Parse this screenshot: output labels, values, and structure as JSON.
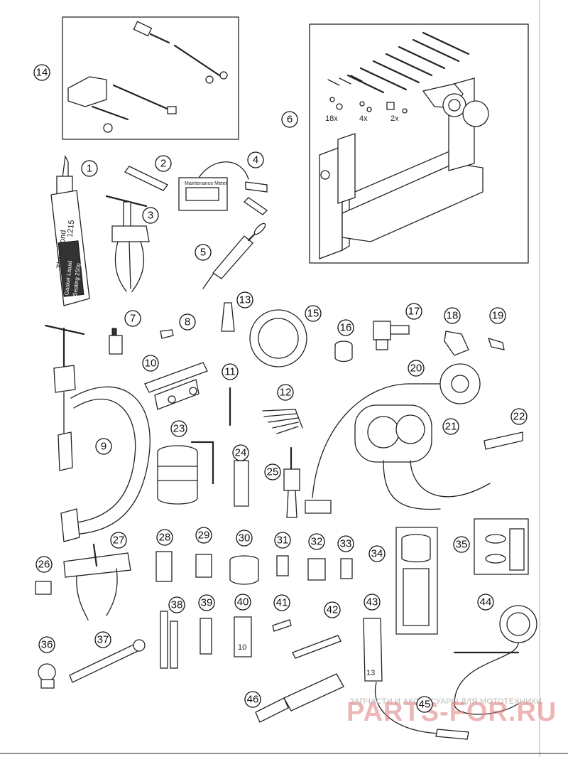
{
  "callouts": [
    "1",
    "2",
    "3",
    "4",
    "5",
    "6",
    "7",
    "8",
    "9",
    "10",
    "11",
    "12",
    "13",
    "14",
    "15",
    "16",
    "17",
    "18",
    "19",
    "20",
    "21",
    "22",
    "23",
    "24",
    "25",
    "26",
    "27",
    "28",
    "29",
    "30",
    "31",
    "32",
    "33",
    "34",
    "35",
    "36",
    "37",
    "38",
    "39",
    "40",
    "41",
    "42",
    "43",
    "44",
    "45",
    "46"
  ],
  "tube_labels": {
    "brand": "ThreeBond",
    "code": "1215",
    "desc1": "Gasket Liquid",
    "desc2": "Sealing 250g"
  },
  "meter_label": "Maintenance Meter",
  "frame_quantities": {
    "bolts": "18x",
    "nuts": "4x",
    "plates": "2x"
  },
  "socket_sizes": {
    "item40": "10",
    "item43": "13"
  },
  "watermark": {
    "line1": "ЗАПЧАСТИ И АКСЕССУАРЫ ДЛЯ МОТОТЕХНИКИ",
    "line2": "PARTS-FOR.RU"
  },
  "colors": {
    "line": "#222222",
    "watermark_red": "#e07b7b",
    "watermark_gray": "#b9b9b9",
    "edge_line": "#e3a0a0"
  }
}
